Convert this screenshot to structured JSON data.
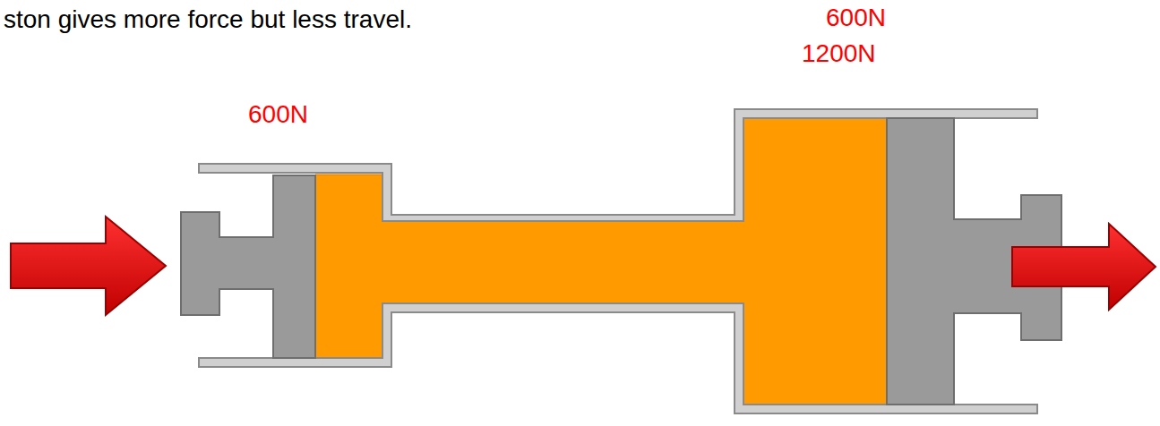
{
  "diagram": {
    "labels": [
      "ston gives more force but less travel.",
      "600N",
      "600N",
      "1200N"
    ]
  }
}
